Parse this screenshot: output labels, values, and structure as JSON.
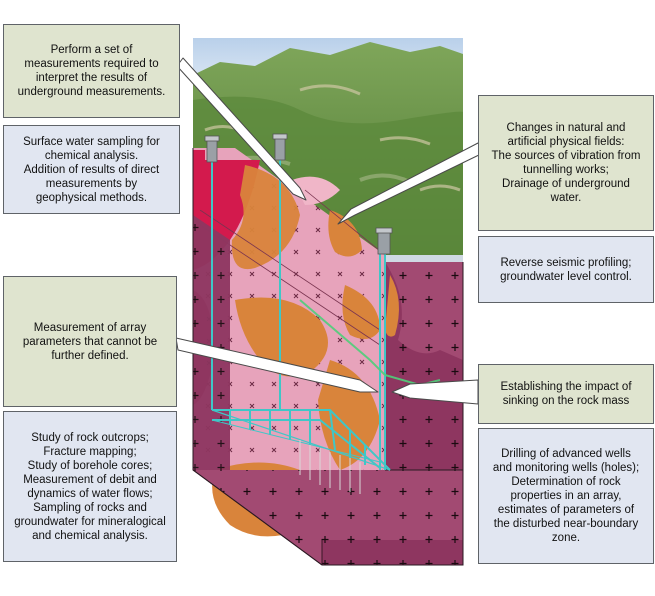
{
  "boxes": {
    "tl_green": "Perform a set of\nmeasurements required to\ninterpret the results of\nunderground measurements.",
    "tl_blue": "Surface water sampling for\nchemical analysis.\nAddition of results of direct\nmeasurements by\ngeophysical methods.",
    "ml_green": "Measurement of array\nparameters that cannot be\nfurther defined.",
    "bl_blue": "Study of rock outcrops;\nFracture mapping;\nStudy of borehole cores;\nMeasurement of debit and\ndynamics of water flows;\nSampling of rocks and\ngroundwater for mineralogical\nand chemical analysis.",
    "tr_green": "Changes in natural and\nartificial physical fields:\nThe sources of vibration from\ntunnelling works;\nDrainage of underground\nwater.",
    "tr_blue": "Reverse seismic profiling;\ngroundwater level control.",
    "mr_green": "Establishing the impact of\nsinking on the rock mass",
    "br_blue": "Drilling of advanced wells\nand monitoring wells (holes);\nDetermination of rock\nproperties in an array,\nestimates of parameters of\nthe disturbed near-boundary\nzone."
  },
  "colors": {
    "box_green": "#dfe4cf",
    "box_blue": "#e1e6f1",
    "rock_pink": "#e59ab3",
    "rock_dark": "#9a3d63",
    "ore_orange": "#d8823a",
    "granite_red": "#d4194c",
    "structure_cyan": "#3fc7c7",
    "sky": "#cfdff0",
    "hills": "#6f9a4a"
  }
}
